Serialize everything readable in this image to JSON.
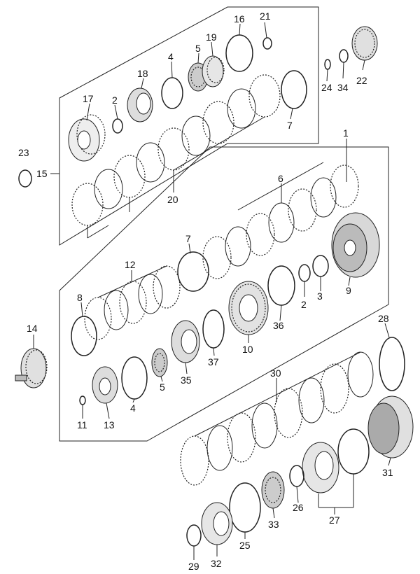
{
  "diagram": {
    "labels": {
      "p1": "1",
      "p2a": "2",
      "p2b": "2",
      "p3": "3",
      "p4a": "4",
      "p4b": "4",
      "p5a": "5",
      "p5b": "5",
      "p6": "6",
      "p7a": "7",
      "p7b": "7",
      "p8": "8",
      "p9": "9",
      "p10": "10",
      "p11": "11",
      "p12": "12",
      "p13": "13",
      "p14": "14",
      "p15": "15",
      "p16": "16",
      "p17": "17",
      "p18": "18",
      "p19": "19",
      "p20": "20",
      "p21": "21",
      "p22": "22",
      "p23": "23",
      "p24": "24",
      "p25": "25",
      "p26": "26",
      "p27": "27",
      "p28": "28",
      "p29": "29",
      "p30": "30",
      "p31": "31",
      "p32": "32",
      "p33": "33",
      "p34": "34",
      "p35": "35",
      "p36": "36",
      "p37": "37"
    }
  }
}
